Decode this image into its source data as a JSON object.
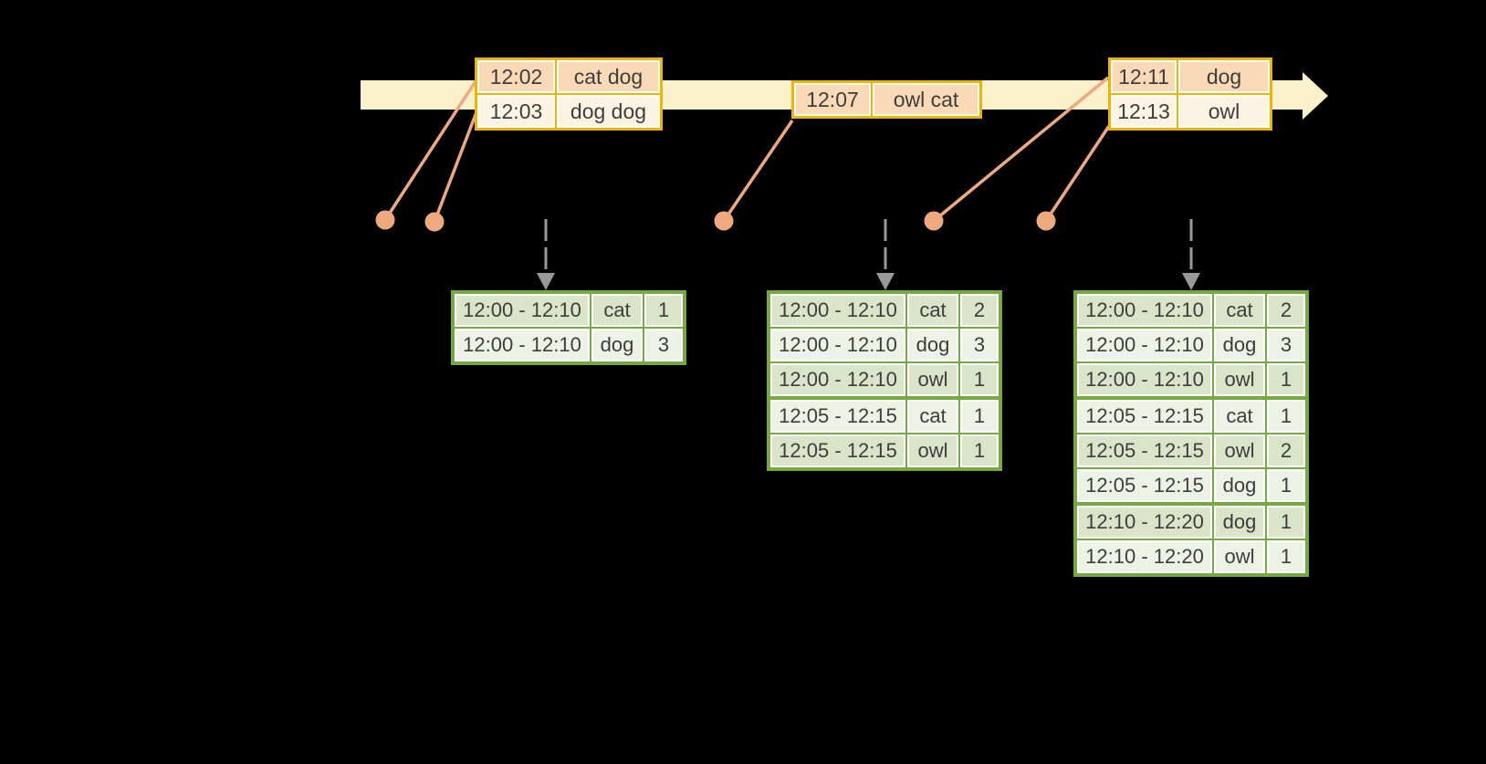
{
  "colors": {
    "background": "#000000",
    "timeline_band": "#FAF1CB",
    "event_table_border": "#F0B400",
    "event_row_dark": "#FAD9B6",
    "event_row_light": "#FDF3E3",
    "result_table_border": "#74AA40",
    "result_row_dark": "#D9E4C8",
    "result_row_light": "#EDF2E6",
    "connector_salmon": "#EFA97F",
    "trigger_arrow_gray": "#999999",
    "text": "#3D3D3D"
  },
  "timeline": {
    "event_tables": [
      {
        "rows": [
          {
            "time": "12:02",
            "words": "cat dog"
          },
          {
            "time": "12:03",
            "words": "dog dog"
          }
        ]
      },
      {
        "rows": [
          {
            "time": "12:07",
            "words": "owl cat"
          }
        ]
      },
      {
        "rows": [
          {
            "time": "12:11",
            "words": "dog"
          },
          {
            "time": "12:13",
            "words": "owl"
          }
        ]
      }
    ]
  },
  "result_tables": [
    {
      "rows": [
        {
          "window": "12:00 - 12:10",
          "word": "cat",
          "count": "1"
        },
        {
          "window": "12:00 - 12:10",
          "word": "dog",
          "count": "3"
        }
      ]
    },
    {
      "rows": [
        {
          "window": "12:00 - 12:10",
          "word": "cat",
          "count": "2"
        },
        {
          "window": "12:00 - 12:10",
          "word": "dog",
          "count": "3"
        },
        {
          "window": "12:00 - 12:10",
          "word": "owl",
          "count": "1"
        },
        {
          "window": "12:05 - 12:15",
          "word": "cat",
          "count": "1"
        },
        {
          "window": "12:05 - 12:15",
          "word": "owl",
          "count": "1"
        }
      ]
    },
    {
      "rows": [
        {
          "window": "12:00 - 12:10",
          "word": "cat",
          "count": "2"
        },
        {
          "window": "12:00 - 12:10",
          "word": "dog",
          "count": "3"
        },
        {
          "window": "12:00 - 12:10",
          "word": "owl",
          "count": "1"
        },
        {
          "window": "12:05 - 12:15",
          "word": "cat",
          "count": "1"
        },
        {
          "window": "12:05 - 12:15",
          "word": "owl",
          "count": "2"
        },
        {
          "window": "12:05 - 12:15",
          "word": "dog",
          "count": "1"
        },
        {
          "window": "12:10 - 12:20",
          "word": "dog",
          "count": "1"
        },
        {
          "window": "12:10 - 12:20",
          "word": "owl",
          "count": "1"
        }
      ]
    }
  ]
}
